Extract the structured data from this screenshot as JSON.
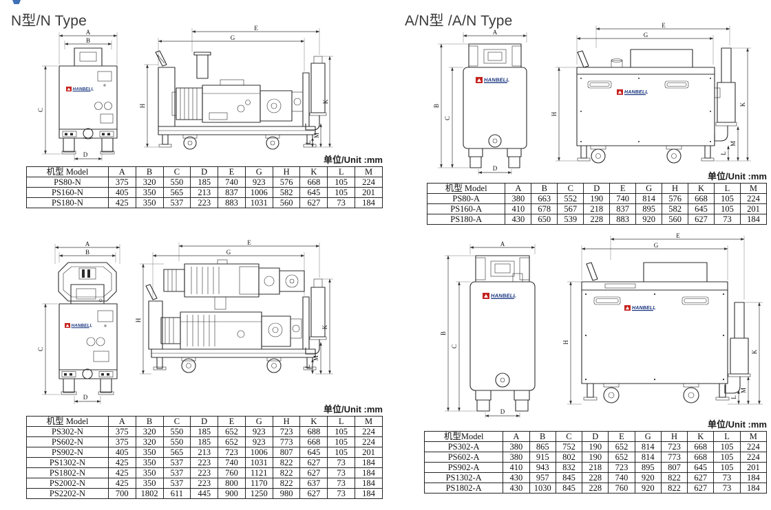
{
  "page": {
    "background": "#ffffff",
    "accent_blue": "#3f6fb5"
  },
  "logo": {
    "brand": "HANBELL",
    "red": "#c4231f",
    "blue": "#16337e"
  },
  "dims": {
    "A": "A",
    "B": "B",
    "C": "C",
    "D": "D",
    "E": "E",
    "G": "G",
    "H": "H",
    "K": "K",
    "L": "L",
    "M": "M"
  },
  "sections": {
    "n_type": {
      "title": "N型/N Type",
      "unit_label": "单位/Unit :mm",
      "table": {
        "headers": [
          "机型 Model",
          "A",
          "B",
          "C",
          "D",
          "E",
          "G",
          "H",
          "K",
          "L",
          "M"
        ],
        "rows": [
          [
            "PS80-N",
            "375",
            "320",
            "550",
            "185",
            "740",
            "923",
            "576",
            "668",
            "105",
            "224"
          ],
          [
            "PS160-N",
            "405",
            "350",
            "565",
            "213",
            "837",
            "1006",
            "582",
            "645",
            "105",
            "201"
          ],
          [
            "PS180-N",
            "425",
            "350",
            "537",
            "223",
            "883",
            "1031",
            "560",
            "627",
            "73",
            "184"
          ]
        ]
      }
    },
    "an_type": {
      "title": "A/N型 /A/N Type",
      "unit_label": "单位/Unit :mm",
      "table": {
        "headers": [
          "机型 Model",
          "A",
          "B",
          "C",
          "D",
          "E",
          "G",
          "H",
          "K",
          "L",
          "M"
        ],
        "rows": [
          [
            "PS80-A",
            "380",
            "663",
            "552",
            "190",
            "740",
            "814",
            "576",
            "668",
            "105",
            "224"
          ],
          [
            "PS160-A",
            "410",
            "678",
            "567",
            "218",
            "837",
            "895",
            "582",
            "645",
            "105",
            "201"
          ],
          [
            "PS180-A",
            "430",
            "650",
            "539",
            "228",
            "883",
            "920",
            "560",
            "627",
            "73",
            "184"
          ]
        ]
      }
    },
    "n_type_large": {
      "unit_label": "单位/Unit :mm",
      "table": {
        "headers": [
          "机型 Model",
          "A",
          "B",
          "C",
          "D",
          "E",
          "G",
          "H",
          "K",
          "L",
          "M"
        ],
        "rows": [
          [
            "PS302-N",
            "375",
            "320",
            "550",
            "185",
            "652",
            "923",
            "723",
            "688",
            "105",
            "224"
          ],
          [
            "PS602-N",
            "375",
            "320",
            "550",
            "185",
            "652",
            "923",
            "773",
            "668",
            "105",
            "224"
          ],
          [
            "PS902-N",
            "405",
            "350",
            "565",
            "213",
            "723",
            "1006",
            "807",
            "645",
            "105",
            "201"
          ],
          [
            "PS1302-N",
            "425",
            "350",
            "537",
            "223",
            "740",
            "1031",
            "822",
            "627",
            "73",
            "184"
          ],
          [
            "PS1802-N",
            "425",
            "350",
            "537",
            "223",
            "760",
            "1121",
            "822",
            "627",
            "73",
            "184"
          ],
          [
            "PS2002-N",
            "425",
            "350",
            "537",
            "223",
            "800",
            "1170",
            "822",
            "637",
            "73",
            "184"
          ],
          [
            "PS2202-N",
            "700",
            "1802",
            "611",
            "445",
            "900",
            "1250",
            "980",
            "627",
            "73",
            "184"
          ]
        ]
      }
    },
    "an_type_large": {
      "unit_label": "单位/Unit :mm",
      "table": {
        "headers": [
          "机型Model",
          "A",
          "B",
          "C",
          "D",
          "E",
          "G",
          "H",
          "K",
          "L",
          "M"
        ],
        "rows": [
          [
            "PS302-A",
            "380",
            "865",
            "752",
            "190",
            "652",
            "814",
            "723",
            "668",
            "105",
            "224"
          ],
          [
            "PS602-A",
            "380",
            "915",
            "802",
            "190",
            "652",
            "814",
            "773",
            "668",
            "105",
            "224"
          ],
          [
            "PS902-A",
            "410",
            "943",
            "832",
            "218",
            "723",
            "895",
            "807",
            "645",
            "105",
            "201"
          ],
          [
            "PS1302-A",
            "430",
            "957",
            "845",
            "228",
            "740",
            "920",
            "822",
            "627",
            "73",
            "184"
          ],
          [
            "PS1802-A",
            "430",
            "1030",
            "845",
            "228",
            "760",
            "920",
            "822",
            "627",
            "73",
            "184"
          ]
        ]
      }
    }
  }
}
